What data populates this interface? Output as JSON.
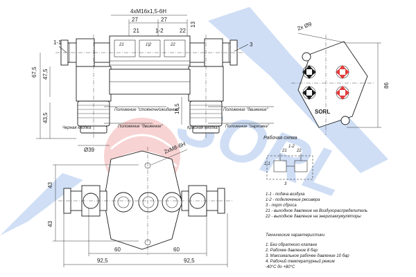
{
  "watermark": {
    "text": "SORL",
    "color_blue": "#2a6fd6",
    "color_red": "#e23b3b"
  },
  "dimensions": {
    "ports_thread": "4xM16x1,5-6H",
    "d27a": "27",
    "d27b": "27",
    "d13": "13",
    "d675": "67,5",
    "d475": "47,5",
    "d435": "43,5",
    "d165": "16,5",
    "d39": "Ø39",
    "holes": "2x Ø9",
    "d86": "86",
    "mount_thread": "2xM8-6H",
    "d43a": "43",
    "d43b": "43",
    "d60a": "60",
    "d60b": "60",
    "d925a": "92,5",
    "d925b": "92,5"
  },
  "port_labels": {
    "p11_left": "1-1",
    "p3_right": "3",
    "p21": "21",
    "p12": "1-2",
    "p22": "22",
    "p21_body": "21",
    "p12_body": "1|2",
    "p22_body": "22"
  },
  "callouts": {
    "parking_pos": "Положение \"стояночн/ожидание\"",
    "driving_left": "Положение \"движение\"",
    "black_knob": "Черная кнопка",
    "driving_right": "Положение \"движение\"",
    "red_knob": "Красная кнопка",
    "parking_right": "Положение \"парковка\""
  },
  "plate": {
    "logo": "SORL"
  },
  "schema": {
    "title": "Рабочая схема",
    "p21": "21",
    "p12": "1-2",
    "p22": "22",
    "p11": "1-1",
    "p3": "3"
  },
  "legend": [
    "1-1 - подача воздуха",
    "1-2 - подключение ресивера",
    "3 - порт сброса",
    "21 - выходное давление на Воздухораспределитель",
    "22 - выходное давление на энергоаккумуляторы"
  ],
  "specs": {
    "title": "Технические характеристики",
    "items": [
      "1. Без обратного клапана",
      "2. Рабочее давление 8 бар",
      "3. Максимальное рабочее давление 10 бар",
      "4. Рабочий температурный режим",
      "-40°С до +80°С"
    ]
  }
}
